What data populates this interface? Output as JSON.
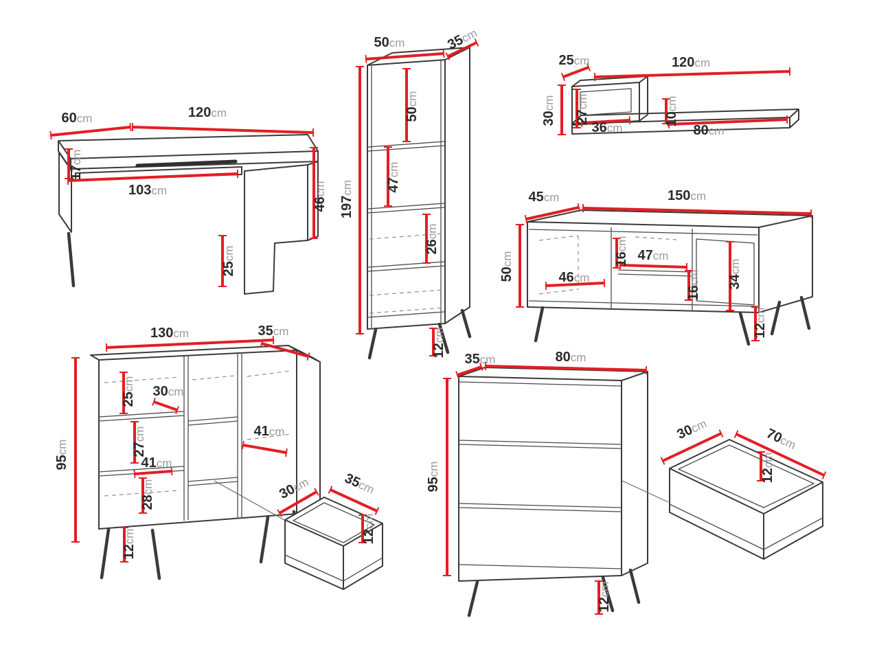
{
  "unit": "cm",
  "colors": {
    "dimension_red": "#e31e24",
    "outline": "#3a3a3a",
    "value_text": "#2b2b2b",
    "unit_text": "#9b9b9b",
    "background": "#ffffff"
  },
  "pieces": {
    "desk": {
      "name": "desk",
      "dims": {
        "depth": "60",
        "width": "120",
        "top_inset": "17",
        "inner_width": "103",
        "side_height": "46",
        "leg_height": "25"
      }
    },
    "bookcase": {
      "name": "tall bookcase",
      "dims": {
        "width": "50",
        "depth": "35",
        "upper_section": "50",
        "middle_section": "47",
        "lower_section": "26",
        "height": "197",
        "leg_height": "12"
      }
    },
    "wall_shelf": {
      "name": "wall shelf",
      "dims": {
        "depth": "25",
        "width": "120",
        "height": "30",
        "cube_inner": "27",
        "cube_width": "36",
        "drop": "10",
        "shelf_span": "80"
      }
    },
    "tv_stand": {
      "name": "TV stand",
      "dims": {
        "depth": "45",
        "width": "150",
        "height": "50",
        "upper_gap": "16",
        "niche_width": "47",
        "left_niche": "46",
        "lower_gap": "16",
        "door_height": "34",
        "leg_height": "12"
      }
    },
    "sideboard": {
      "name": "sideboard",
      "dims": {
        "width": "130",
        "depth": "35",
        "height": "95",
        "upper_section": "25",
        "door_width": "30",
        "middle_section": "27",
        "niche_left": "41",
        "niche_right": "41",
        "lower_section": "28",
        "leg_height": "12"
      },
      "drawer": {
        "width": "30",
        "depth": "35",
        "height": "12"
      }
    },
    "chest": {
      "name": "chest of drawers",
      "dims": {
        "depth": "35",
        "width": "80",
        "height": "95",
        "leg_height": "12"
      },
      "drawer": {
        "width": "30",
        "depth": "70",
        "height": "12"
      }
    }
  }
}
